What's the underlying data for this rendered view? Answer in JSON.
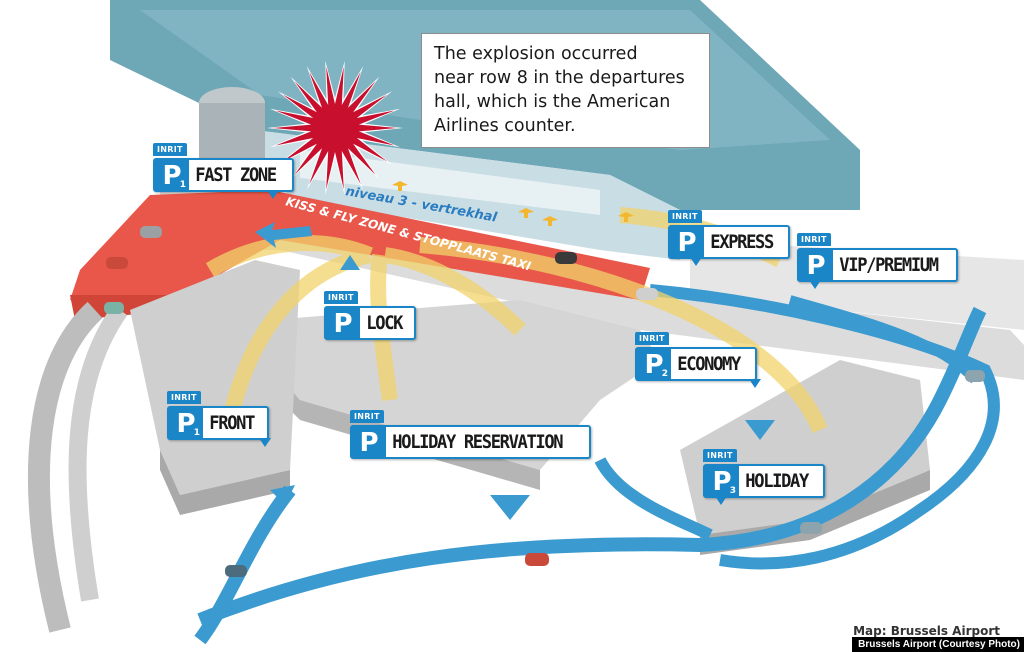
{
  "callout": {
    "line1": "The explosion occurred",
    "line2": "near row 8 in the departures",
    "line3": "hall, which is the American",
    "line4": "Airlines counter."
  },
  "floor_label": "niveau 3 - vertrekhal",
  "zone_label": "KISS & FLY ZONE & STOPPLAATS TAXI",
  "signs": {
    "fast_zone": {
      "inrit": "INRIT",
      "letter": "P",
      "sub": "1",
      "label": "FAST ZONE"
    },
    "express": {
      "inrit": "INRIT",
      "letter": "P",
      "sub": "",
      "label": "EXPRESS"
    },
    "vip_premium": {
      "inrit": "INRIT",
      "letter": "P",
      "sub": "",
      "label": "VIP/PREMIUM"
    },
    "lock": {
      "inrit": "INRIT",
      "letter": "P",
      "sub": "",
      "label": "LOCK"
    },
    "economy": {
      "inrit": "INRIT",
      "letter": "P",
      "sub": "2",
      "label": "ECONOMY"
    },
    "front": {
      "inrit": "INRIT",
      "letter": "P",
      "sub": "1",
      "label": "FRONT"
    },
    "holiday_reservation": {
      "inrit": "INRIT",
      "letter": "P",
      "sub": "",
      "label": "HOLIDAY RESERVATION"
    },
    "holiday": {
      "inrit": "INRIT",
      "letter": "P",
      "sub": "3",
      "label": "HOLIDAY"
    }
  },
  "credits": {
    "map": "Map: Brussels Airport",
    "photo": "Brussels Airport (Courtesy Photo)"
  },
  "colors": {
    "sign_blue": "#1a86c7",
    "road_blue": "#3b9bd0",
    "zone_red": "#e8574a",
    "explosion_red": "#c8102e",
    "terminal_roof": "#6ea7b6",
    "flow_yellow": "#f2d36b"
  }
}
